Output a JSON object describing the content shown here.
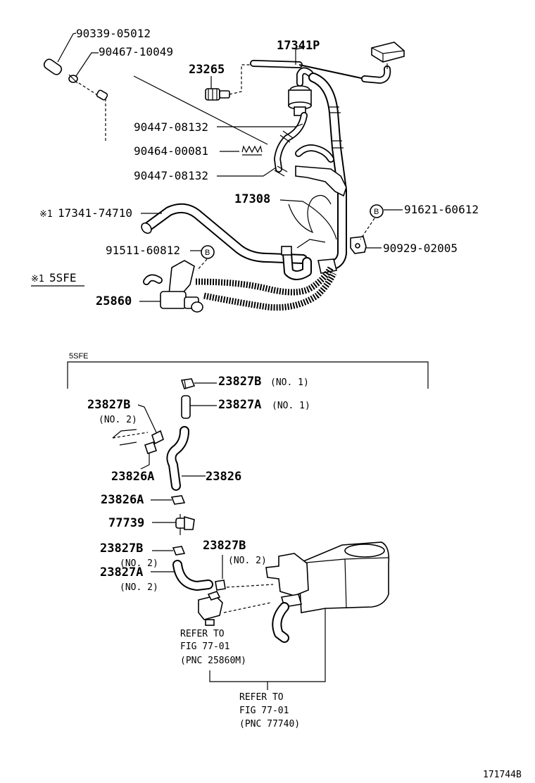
{
  "main_diagram": {
    "labels": {
      "p90339": "90339-05012",
      "p90467": "90467-10049",
      "p17341P": "17341P",
      "p23265": "23265",
      "p90447a": "90447-08132",
      "p90464": "90464-00081",
      "p90447b": "90447-08132",
      "p17308": "17308",
      "p17341_74710": "17341-74710",
      "p17341_74710_marker": "※1",
      "p91621": "91621-60612",
      "p90929": "90929-02005",
      "p91511": "91511-60812",
      "ref_b": "B",
      "p25860": "25860"
    },
    "footnote": {
      "marker": "※1",
      "text": "5SFE"
    }
  },
  "inset": {
    "title": "5SFE",
    "labels": {
      "p23827B_no1": "23827B",
      "p23827B_no1_note": "(NO. 1)",
      "p23827A_no1": "23827A",
      "p23827A_no1_note": "(NO. 1)",
      "p23827B_no2a": "23827B",
      "p23827B_no2a_note": "(NO. 2)",
      "p23826A_a": "23826A",
      "p23826": "23826",
      "p23826A_b": "23826A",
      "p77739": "77739",
      "p23827B_no2b": "23827B",
      "p23827B_no2b_note": "(NO. 2)",
      "p23827A_no2": "23827A",
      "p23827A_no2_note": "(NO. 2)",
      "p23827B_no2c": "23827B",
      "p23827B_no2c_note": "(NO. 2)"
    },
    "refs": {
      "ref1": [
        "REFER TO",
        "FIG 77-01",
        "(PNC 25860M)"
      ],
      "ref2": [
        "REFER TO",
        "FIG 77-01",
        "(PNC 77740)"
      ]
    }
  },
  "figure_id": "171744B"
}
